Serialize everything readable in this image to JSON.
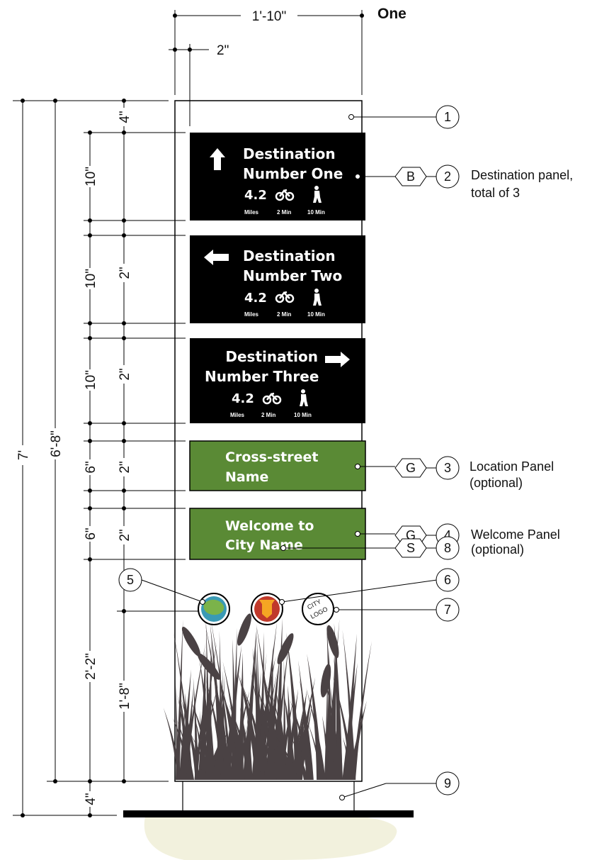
{
  "title": "One",
  "dimensions": {
    "overall_width": "1'-10\"",
    "inset": "2\"",
    "total_height": "7'",
    "sign_height": "6'-8\"",
    "top_margin": "4\"",
    "panel_height": "10\"",
    "gap": "2\"",
    "small_panel_height": "6\"",
    "lower_height": "2'-2\"",
    "art_height": "1'-8\"",
    "base": "4\""
  },
  "destinations": [
    {
      "line1": "Destination",
      "line2": "Number One",
      "arrow": "up-arrow-icon",
      "miles": "4.2",
      "miles_label": "Miles",
      "bike": "2 Min",
      "walk": "10 Min"
    },
    {
      "line1": "Destination",
      "line2": "Number Two",
      "arrow": "left-arrow-icon",
      "miles": "4.2",
      "miles_label": "Miles",
      "bike": "2 Min",
      "walk": "10 Min"
    },
    {
      "line1": "Destination",
      "line2": "Number Three",
      "arrow": "right-arrow-icon",
      "miles": "4.2",
      "miles_label": "Miles",
      "bike": "2 Min",
      "walk": "10 Min"
    }
  ],
  "location_panel": {
    "line1": "Cross-street",
    "line2": "Name"
  },
  "welcome_panel": {
    "line1": "Welcome to",
    "line2": "City Name"
  },
  "city_logo": {
    "line1": "CITY",
    "line2": "LOGO"
  },
  "callouts": [
    {
      "num": "1"
    },
    {
      "num": "2",
      "tag": "B",
      "label1": "Destination panel,",
      "label2": "total of 3"
    },
    {
      "num": "3",
      "tag": "G",
      "label1": "Location Panel",
      "label2": "(optional)"
    },
    {
      "num": "4",
      "tag": "G",
      "label1": "Welcome Panel",
      "label2": "(optional)"
    },
    {
      "num": "5"
    },
    {
      "num": "6"
    },
    {
      "num": "7"
    },
    {
      "num": "8",
      "tag": "S"
    },
    {
      "num": "9"
    }
  ],
  "colors": {
    "panel_dark": "#000000",
    "panel_green": "#5a8a35",
    "grass": "#4a4244",
    "ground": "#f2f1dd"
  }
}
